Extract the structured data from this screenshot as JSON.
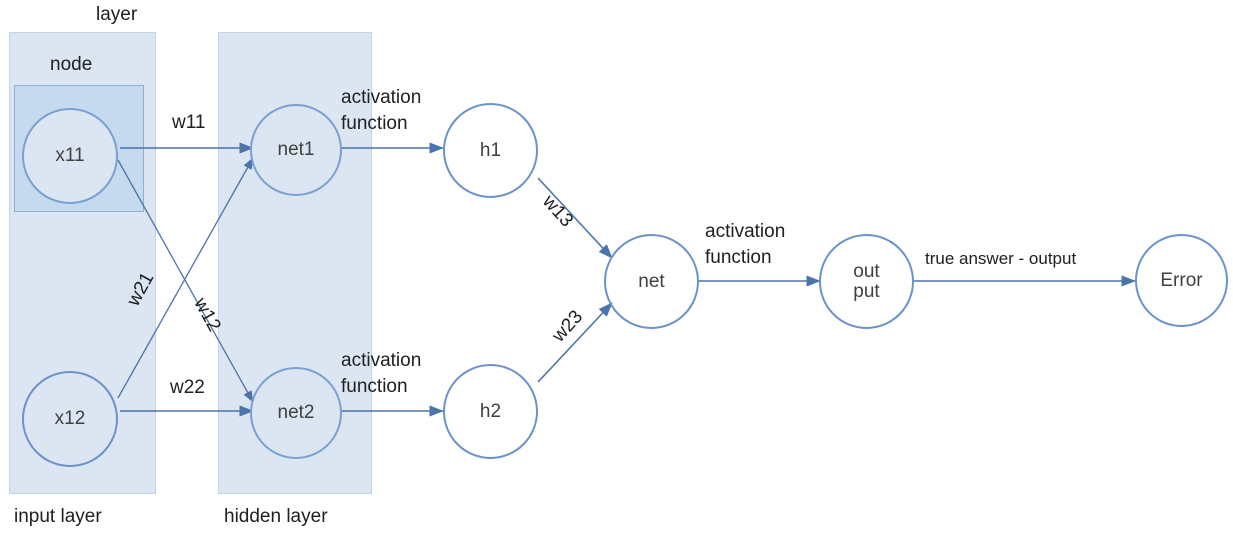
{
  "diagram": {
    "title_labels": {
      "layer": "layer",
      "node": "node",
      "input_layer": "input layer",
      "hidden_layer": "hidden layer"
    },
    "nodes": {
      "x11": "x11",
      "x12": "x12",
      "net1": "net1",
      "net2": "net2",
      "h1": "h1",
      "h2": "h2",
      "net": "net",
      "output": "out\nput",
      "output_line1": "out",
      "output_line2": "put",
      "error": "Error"
    },
    "weights": {
      "w11": "w11",
      "w12": "w12",
      "w21": "w21",
      "w22": "w22",
      "w13": "w13",
      "w23": "w23"
    },
    "annotations": {
      "activation_function_1_line1": "activation",
      "activation_function_1_line2": "function",
      "activation_function_2_line1": "activation",
      "activation_function_2_line2": "function",
      "activation_function_3_line1": "activation",
      "activation_function_3_line2": "function",
      "true_answer_output": "true answer - output"
    },
    "colors": {
      "band_fill": "#dce6f2",
      "node_box_fill": "#c5d9ef",
      "circle_stroke": "#6a93cb",
      "arrow_stroke": "#4a74ab",
      "text": "#202020"
    }
  }
}
